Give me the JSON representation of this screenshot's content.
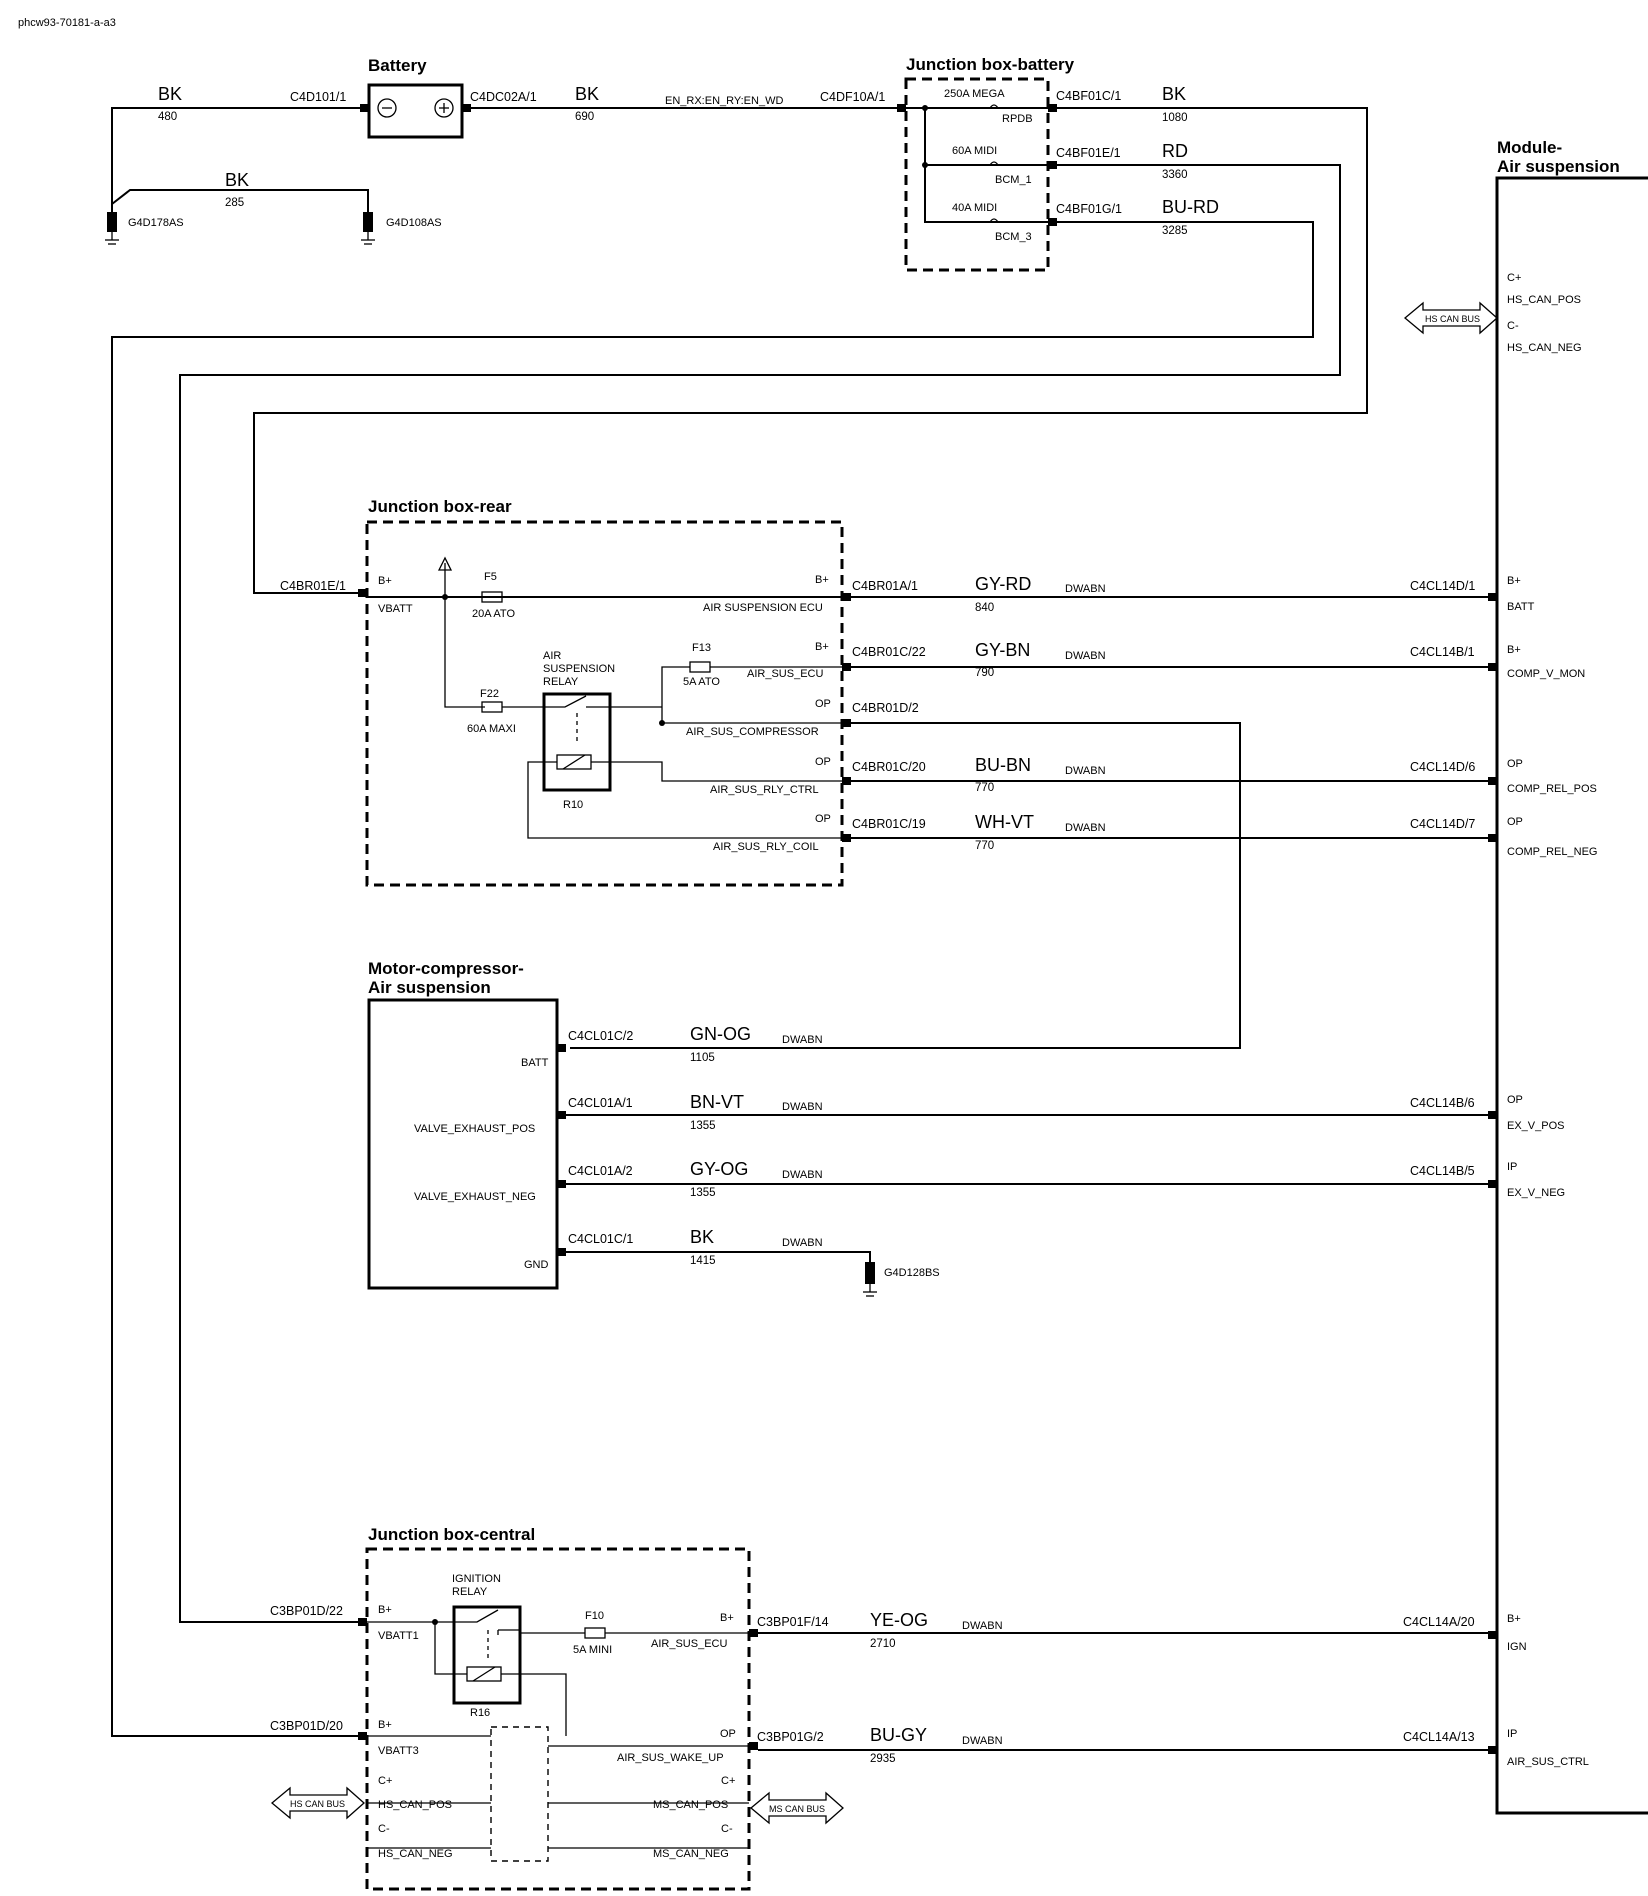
{
  "image_id": "phcw93-70181-a-a3",
  "components": {
    "battery": "Battery",
    "jb_battery": "Junction box-battery",
    "module": "Module-\nAir suspension",
    "jb_rear": "Junction box-rear",
    "motor": "Motor-compressor-\nAir suspension",
    "jb_central": "Junction box-central"
  },
  "top": {
    "bk480": {
      "color": "BK",
      "num": "480",
      "conn": "C4D101/1"
    },
    "bk690": {
      "color": "BK",
      "num": "690",
      "conn": "C4DC02A/1"
    },
    "bk285": {
      "color": "BK",
      "num": "285"
    },
    "g1": "G4D178AS",
    "g2": "G4D108AS",
    "en_label": "EN_RX:EN_RY:EN_WD",
    "c4df": "C4DF10A/1",
    "fuse1": {
      "rating": "250A MEGA",
      "name": "RPDB",
      "conn": "C4BF01C/1",
      "color": "BK",
      "num": "1080"
    },
    "fuse2": {
      "rating": "60A MIDI",
      "name": "BCM_1",
      "conn": "C4BF01E/1",
      "color": "RD",
      "num": "3360"
    },
    "fuse3": {
      "rating": "40A MIDI",
      "name": "BCM_3",
      "conn": "C4BF01G/1",
      "color": "BU-RD",
      "num": "3285"
    }
  },
  "module_pins": {
    "cplus": "C+",
    "can_pos": "HS_CAN_POS",
    "cminus": "C-",
    "can_neg": "HS_CAN_NEG",
    "bus": "HS CAN BUS",
    "p1": {
      "t": "B+",
      "n": "BATT",
      "conn": "C4CL14D/1"
    },
    "p2": {
      "t": "B+",
      "n": "COMP_V_MON",
      "conn": "C4CL14B/1"
    },
    "p3": {
      "t": "OP",
      "n": "COMP_REL_POS",
      "conn": "C4CL14D/6"
    },
    "p4": {
      "t": "OP",
      "n": "COMP_REL_NEG",
      "conn": "C4CL14D/7"
    },
    "p5": {
      "t": "OP",
      "n": "EX_V_POS",
      "conn": "C4CL14B/6"
    },
    "p6": {
      "t": "IP",
      "n": "EX_V_NEG",
      "conn": "C4CL14B/5"
    },
    "p7": {
      "t": "B+",
      "n": "IGN",
      "conn": "C4CL14A/20"
    },
    "p8": {
      "t": "IP",
      "n": "AIR_SUS_CTRL",
      "conn": "C4CL14A/13"
    }
  },
  "rear": {
    "in_conn": "C4BR01E/1",
    "bplus": "B+",
    "vbatt": "VBATT",
    "f5": "F5",
    "f5r": "20A ATO",
    "f13": "F13",
    "f13r": "5A ATO",
    "f22": "F22",
    "f22r": "60A MAXI",
    "relay": "AIR\nSUSPENSION\nRELAY",
    "r10": "R10",
    "o1": {
      "t": "B+",
      "n": "AIR SUSPENSION ECU",
      "conn": "C4BR01A/1",
      "color": "GY-RD",
      "num": "840",
      "dw": "DWABN"
    },
    "o2": {
      "t": "B+",
      "n": "AIR_SUS_ECU",
      "conn": "C4BR01C/22",
      "color": "GY-BN",
      "num": "790",
      "dw": "DWABN"
    },
    "o3": {
      "t": "OP",
      "n": "AIR_SUS_COMPRESSOR",
      "conn": "C4BR01D/2"
    },
    "o4": {
      "t": "OP",
      "n": "AIR_SUS_RLY_CTRL",
      "conn": "C4BR01C/20",
      "color": "BU-BN",
      "num": "770",
      "dw": "DWABN"
    },
    "o5": {
      "t": "OP",
      "n": "AIR_SUS_RLY_COIL",
      "conn": "C4BR01C/19",
      "color": "WH-VT",
      "num": "770",
      "dw": "DWABN"
    }
  },
  "motor": {
    "m1": {
      "n": "BATT",
      "conn": "C4CL01C/2",
      "color": "GN-OG",
      "num": "1105",
      "dw": "DWABN"
    },
    "m2": {
      "n": "VALVE_EXHAUST_POS",
      "conn": "C4CL01A/1",
      "color": "BN-VT",
      "num": "1355",
      "dw": "DWABN"
    },
    "m3": {
      "n": "VALVE_EXHAUST_NEG",
      "conn": "C4CL01A/2",
      "color": "GY-OG",
      "num": "1355",
      "dw": "DWABN"
    },
    "m4": {
      "n": "GND",
      "conn": "C4CL01C/1",
      "color": "BK",
      "num": "1415",
      "dw": "DWABN"
    },
    "gnd": "G4D128BS"
  },
  "central": {
    "in1": {
      "t": "B+",
      "n": "VBATT1",
      "conn": "C3BP01D/22"
    },
    "in2": {
      "t": "B+",
      "n": "VBATT3",
      "conn": "C3BP01D/20"
    },
    "relay": "IGNITION\nRELAY",
    "r16": "R16",
    "f10": "F10",
    "f10r": "5A MINI",
    "o1": {
      "t": "B+",
      "n": "AIR_SUS_ECU",
      "conn": "C3BP01F/14",
      "color": "YE-OG",
      "num": "2710",
      "dw": "DWABN"
    },
    "o2": {
      "t": "OP",
      "n": "AIR_SUS_WAKE_UP",
      "conn": "C3BP01G/2",
      "color": "BU-GY",
      "num": "2935",
      "dw": "DWABN"
    },
    "cplus": "C+",
    "cminus": "C-",
    "hs_pos": "HS_CAN_POS",
    "hs_neg": "HS_CAN_NEG",
    "ms_pos": "MS_CAN_POS",
    "ms_neg": "MS_CAN_NEG",
    "hs_bus": "HS CAN BUS",
    "ms_bus": "MS CAN BUS"
  }
}
